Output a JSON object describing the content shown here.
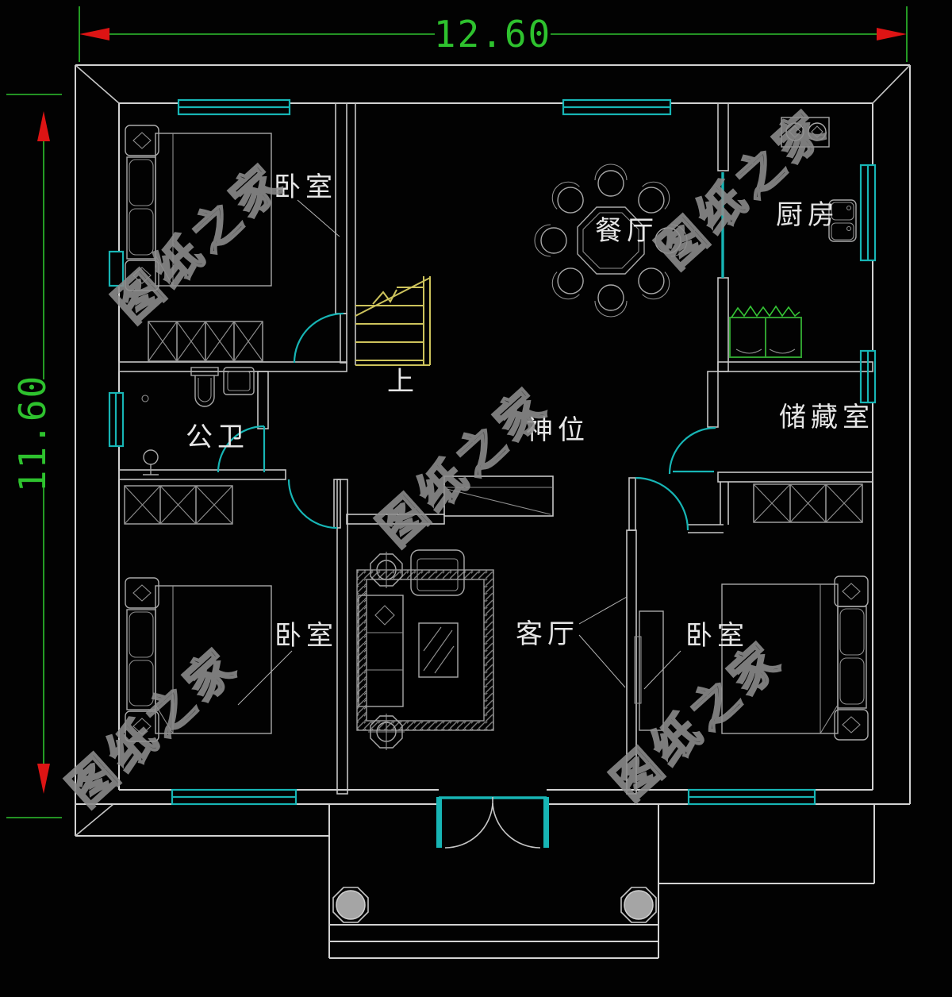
{
  "drawing": {
    "type": "residential floor plan",
    "background": "#000000"
  },
  "dimensions": {
    "width_label": "12.60",
    "height_label": "11.60",
    "line_color": "#2ec22e",
    "arrow_color": "#dd1414"
  },
  "labels": {
    "bedroom_top_left": "卧室",
    "dining_room": "餐厅",
    "kitchen": "厨房",
    "bathroom": "公卫",
    "stairs_up": "上",
    "shrine": "神位",
    "storage_room": "储藏室",
    "living_room": "客厅",
    "bedroom_bottom_left": "卧室",
    "bedroom_bottom_right": "卧室"
  },
  "watermark": {
    "text": "图纸之家",
    "color": "#8d8d8d"
  },
  "colors": {
    "walls": "#d2d2d2",
    "windows_doors": "#17b5b5",
    "stairs": "#cdc35c",
    "furniture": "#a9a9a9",
    "kitchen_counter": "#2f9e2f",
    "label_text": "#e6e6e6"
  }
}
